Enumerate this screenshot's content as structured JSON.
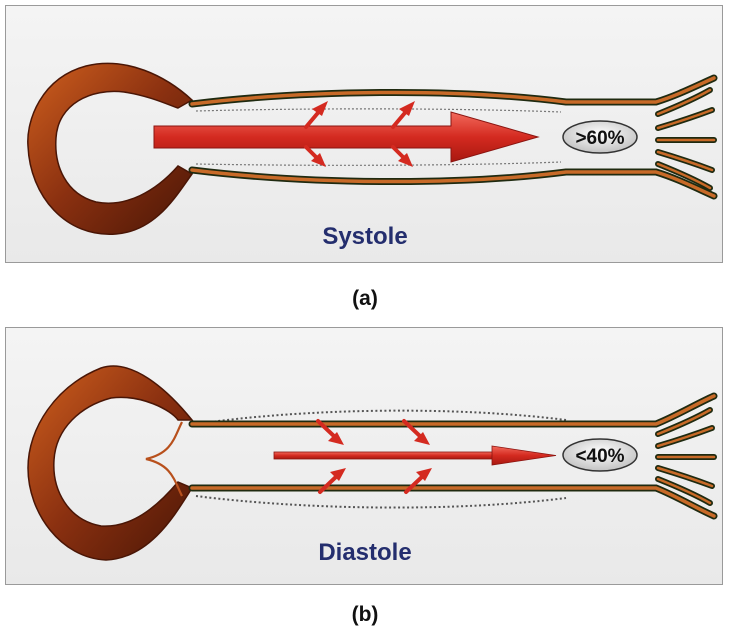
{
  "panels": [
    {
      "phase": "Systole",
      "sublabel": "(a)",
      "flow_fraction": ">60%"
    },
    {
      "phase": "Diastole",
      "sublabel": "(b)",
      "flow_fraction": "<40%"
    }
  ],
  "colors": {
    "heart_wall": "#8a3010",
    "vessel_wall": "#c86a28",
    "vessel_outline": "#1f2a10",
    "arrow": "#d42a20",
    "label_blue": "#242e6e"
  }
}
